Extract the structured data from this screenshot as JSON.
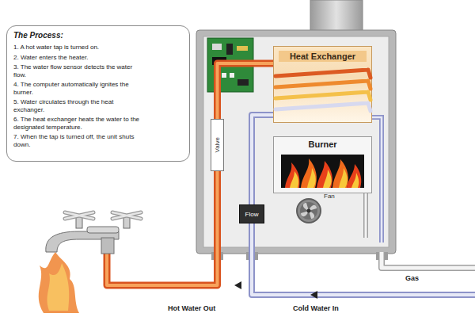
{
  "diagram": {
    "nodes": [
      {
        "text": [
          "The Process:",
          "1. A hot water tap is turned on.",
          "2. Water enters the heater.",
          "3. The water flow sensor detects the water flow.",
          "4. The computer automatically ignites the burner.",
          "5. Water circulates through the heat exchanger.",
          "6. The heat exchanger heats the water to the designated temperature.",
          "7. When the tap is turned off, the unit shuts down."
        ]
      },
      {
        "text": [
          "Heat Exchanger"
        ]
      },
      {
        "text": [
          "Burner"
        ]
      },
      {
        "text": [
          "Fan"
        ]
      },
      {
        "text": [
          "Flow"
        ]
      },
      {
        "text": [
          "Valve"
        ]
      }
    ],
    "edges": [
      {
        "from": 4,
        "to": 1,
        "arrow": "none"
      },
      {
        "from": 1,
        "to": 5,
        "arrow": "none"
      }
    ],
    "labels": [
      "Gas",
      "Hot Water Out",
      "Cold Water In"
    ]
  }
}
